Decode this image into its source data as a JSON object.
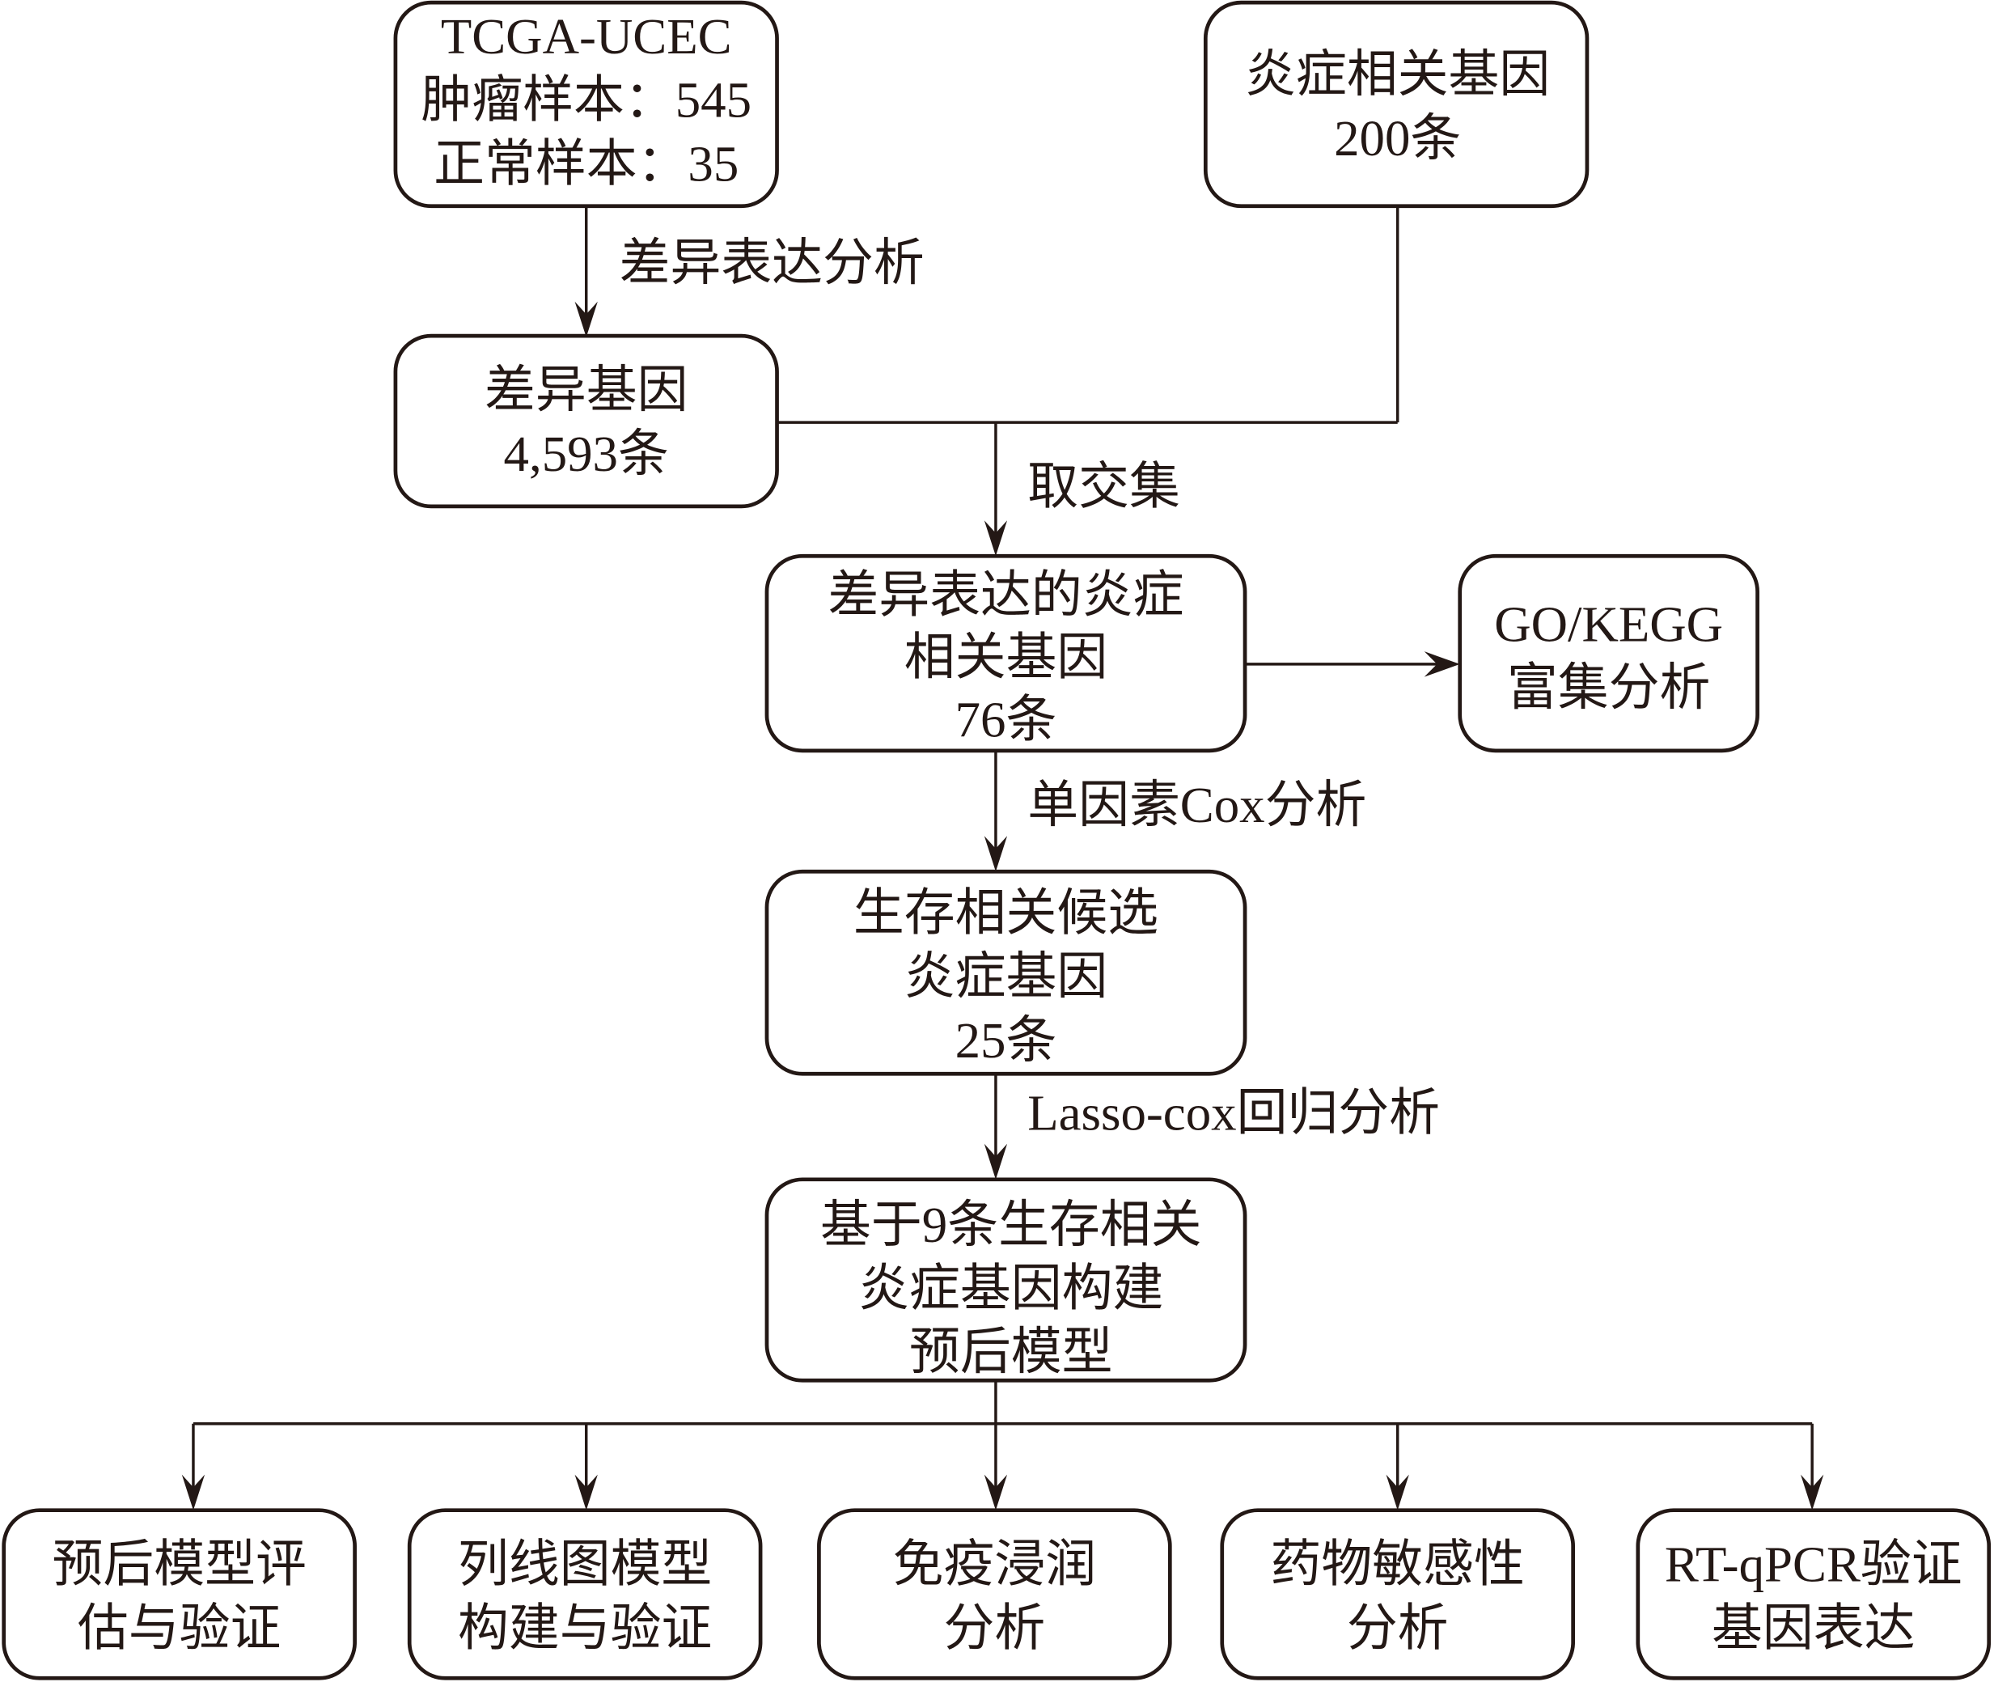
{
  "colors": {
    "stroke": "#231815",
    "background": "#ffffff",
    "text": "#231815"
  },
  "nodes": {
    "tcga": {
      "lines": [
        "TCGA-UCEC",
        "肿瘤样本：545",
        "正常样本：35"
      ]
    },
    "inflam": {
      "lines": [
        "炎症相关基因",
        "200条"
      ]
    },
    "deg": {
      "lines": [
        "差异基因",
        "4,593条"
      ]
    },
    "intersect": {
      "lines": [
        "差异表达的炎症",
        "相关基因",
        "76条"
      ]
    },
    "gokegg": {
      "lines": [
        "GO/KEGG",
        "富集分析"
      ]
    },
    "survival": {
      "lines": [
        "生存相关候选",
        "炎症基因",
        "25条"
      ]
    },
    "model": {
      "lines": [
        "基于9条生存相关",
        "炎症基因构建",
        "预后模型"
      ]
    },
    "out1": {
      "lines": [
        "预后模型评",
        "估与验证"
      ]
    },
    "out2": {
      "lines": [
        "列线图模型",
        "构建与验证"
      ]
    },
    "out3": {
      "lines": [
        "免疫浸润",
        "分析"
      ]
    },
    "out4": {
      "lines": [
        "药物敏感性",
        "分析"
      ]
    },
    "out5": {
      "lines": [
        "RT-qPCR验证",
        "基因表达"
      ]
    }
  },
  "edges": {
    "diff_expr": "差异表达分析",
    "intersection": "取交集",
    "univariate_cox": "单因素Cox分析",
    "lasso_cox": "Lasso-cox回归分析"
  }
}
